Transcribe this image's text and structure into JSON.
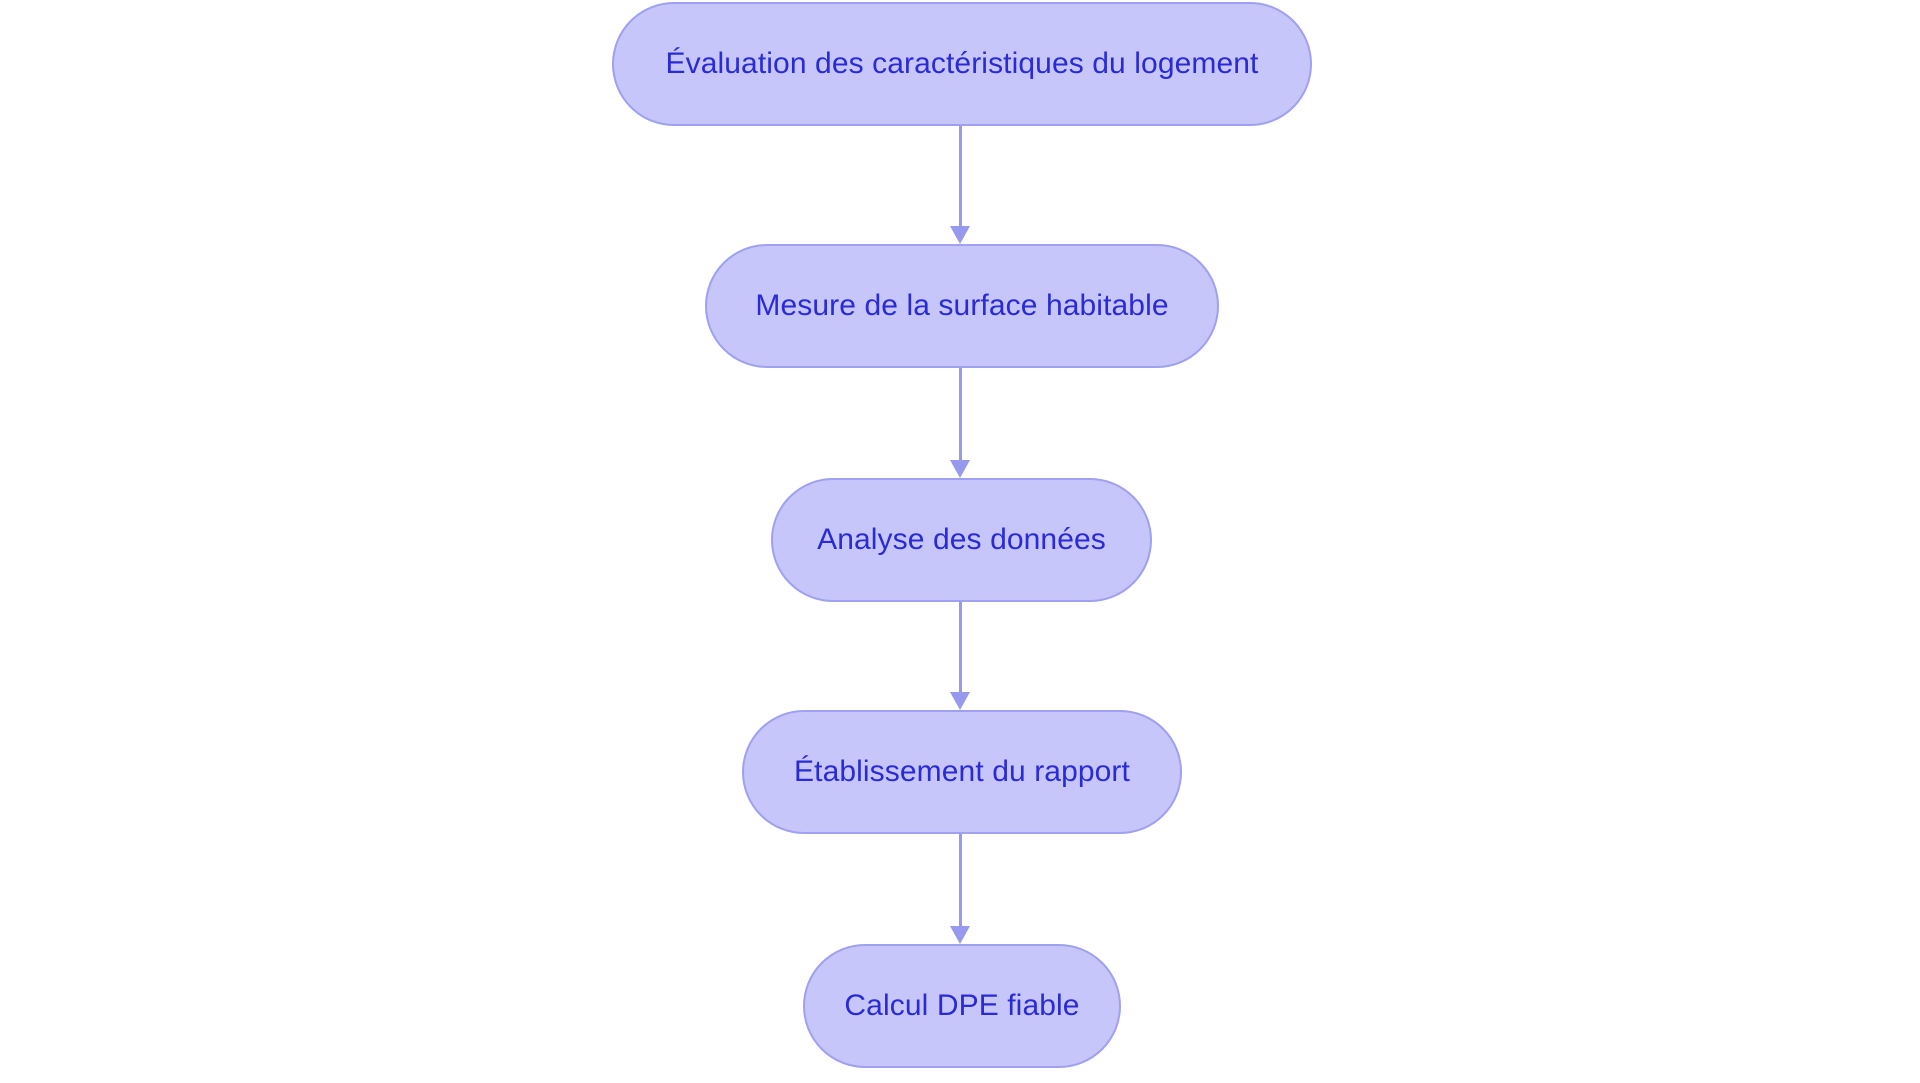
{
  "diagram": {
    "type": "flowchart",
    "orientation": "vertical-top-down",
    "background_color": "#ffffff",
    "node_fill_color": "#c6c6fb",
    "node_border_color": "#9fa0ef",
    "node_text_color": "#2a2ad6",
    "connector_color": "#9699ee",
    "nodes": [
      {
        "id": "n1",
        "label": "Évaluation des caractéristiques du logement",
        "shape": "stadium"
      },
      {
        "id": "n2",
        "label": "Mesure de la surface habitable",
        "shape": "stadium"
      },
      {
        "id": "n3",
        "label": "Analyse des données",
        "shape": "stadium"
      },
      {
        "id": "n4",
        "label": "Établissement du rapport",
        "shape": "stadium"
      },
      {
        "id": "n5",
        "label": "Calcul DPE fiable",
        "shape": "stadium"
      }
    ],
    "edges": [
      {
        "from": "n1",
        "to": "n2",
        "label": "",
        "arrow": "arrow-down-icon"
      },
      {
        "from": "n2",
        "to": "n3",
        "label": "",
        "arrow": "arrow-down-icon"
      },
      {
        "from": "n3",
        "to": "n4",
        "label": "",
        "arrow": "arrow-down-icon"
      },
      {
        "from": "n4",
        "to": "n5",
        "label": "",
        "arrow": "arrow-down-icon"
      }
    ]
  }
}
